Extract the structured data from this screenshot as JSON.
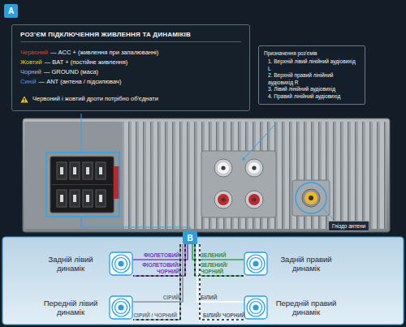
{
  "diagram": {
    "nodes": [
      {
        "text": [
          "РОЗ'ЄМ ПІДКЛЮЧЕННЯ ЖИВЛЕННЯ ТА ДИНАМІКІВ",
          "Червоний",
          "— ACC + (живлення при запалюванні)",
          "Жовтий",
          "— BAT + (постійне живлення)",
          "Чорний",
          "— GROUND (маса)",
          "Синій",
          "— ANT (антена / підсилювач)",
          "Червоний і жовтий дроти потрібно об'єднати"
        ]
      },
      {
        "text": [
          "Призначення роз'ємів",
          "1. Верхній лівий лінійний аудіовихід L",
          "2. Верхній правий лінійний аудіовихід R",
          "3. Лівий лінійний аудіовихід",
          "4. Правий лінійний аудіовихід"
        ]
      },
      {
        "text": [
          "Гніздо антени"
        ]
      },
      {
        "text": [
          "A"
        ]
      },
      {
        "text": [
          "B"
        ]
      },
      {
        "text": [
          "Задній лівий динамік"
        ]
      },
      {
        "text": [
          "Задній правий динамік"
        ]
      },
      {
        "text": [
          "Передній лівий динамік"
        ]
      },
      {
        "text": [
          "Передній правий динамік"
        ]
      }
    ],
    "edges": [
      {
        "from": 4,
        "to": 5,
        "label": "ФІОЛЕТОВИЙ",
        "arrow": "none"
      },
      {
        "from": 4,
        "to": 5,
        "label": "ФІОЛЕТОВИЙ/ ЧОРНИЙ",
        "arrow": "none"
      },
      {
        "from": 4,
        "to": 7,
        "label": "СІРИЙ",
        "arrow": "none"
      },
      {
        "from": 4,
        "to": 7,
        "label": "СІРИЙ / ЧОРНИЙ",
        "arrow": "none"
      },
      {
        "from": 4,
        "to": 6,
        "label": "ЗЕЛЕНИЙ",
        "arrow": "none"
      },
      {
        "from": 4,
        "to": 6,
        "label": "ЗЕЛЕНИЙ/ ЧОРНИЙ",
        "arrow": "none"
      },
      {
        "from": 4,
        "to": 8,
        "label": "БІЛИЙ",
        "arrow": "none"
      },
      {
        "from": 4,
        "to": 8,
        "label": "БІЛИЙ/ ЧОРНИЙ",
        "arrow": "none"
      }
    ]
  }
}
